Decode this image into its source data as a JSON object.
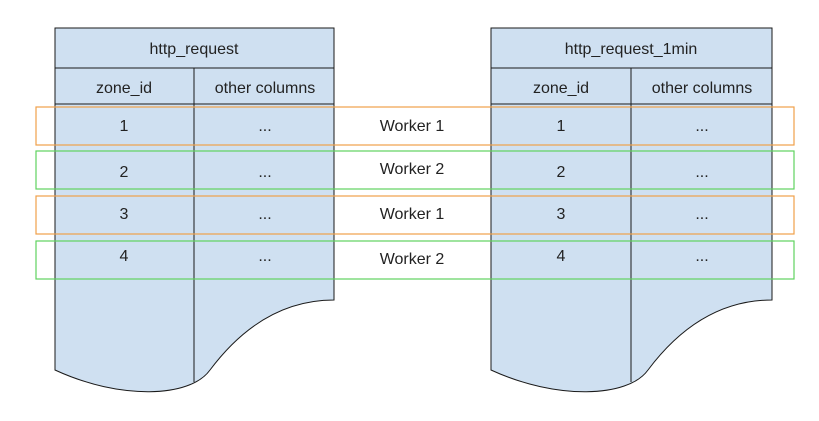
{
  "colors": {
    "table_fill": "#cfe0f1",
    "table_stroke": "#1a1a1a",
    "worker1": "#f0a04a",
    "worker2": "#5fd35f"
  },
  "tables": [
    {
      "title": "http_request",
      "columns": [
        "zone_id",
        "other columns"
      ],
      "rows": [
        [
          "1",
          "..."
        ],
        [
          "2",
          "..."
        ],
        [
          "3",
          "..."
        ],
        [
          "4",
          "..."
        ]
      ]
    },
    {
      "title": "http_request_1min",
      "columns": [
        "zone_id",
        "other columns"
      ],
      "rows": [
        [
          "1",
          "..."
        ],
        [
          "2",
          "..."
        ],
        [
          "3",
          "..."
        ],
        [
          "4",
          "..."
        ]
      ]
    }
  ],
  "workers": [
    {
      "label": "Worker 1",
      "color": "worker1"
    },
    {
      "label": "Worker 2",
      "color": "worker2"
    },
    {
      "label": "Worker 1",
      "color": "worker1"
    },
    {
      "label": "Worker 2",
      "color": "worker2"
    }
  ]
}
